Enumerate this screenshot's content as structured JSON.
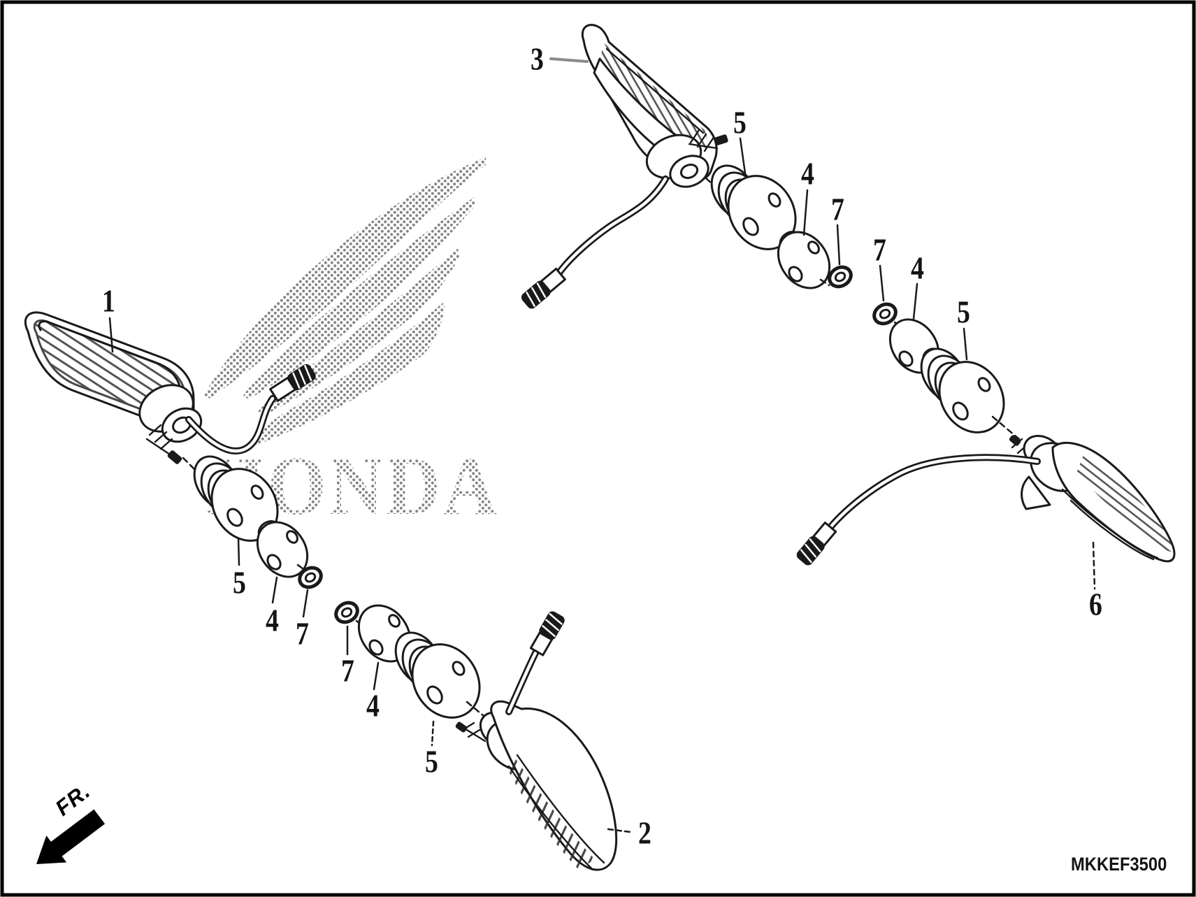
{
  "diagram": {
    "code": "MKKEF3500",
    "front_label": "FR.",
    "watermark": "HONDA",
    "line_color": "#1a1a1a",
    "watermark_dot_color": "#787878",
    "callouts": [
      {
        "part": "1"
      },
      {
        "part": "3"
      },
      {
        "part": "5"
      },
      {
        "part": "4"
      },
      {
        "part": "7"
      },
      {
        "part": "7"
      },
      {
        "part": "4"
      },
      {
        "part": "5"
      },
      {
        "part": "6"
      },
      {
        "part": "2"
      },
      {
        "part": "5"
      },
      {
        "part": "4"
      },
      {
        "part": "7"
      },
      {
        "part": "5"
      },
      {
        "part": "4"
      },
      {
        "part": "7"
      }
    ]
  }
}
